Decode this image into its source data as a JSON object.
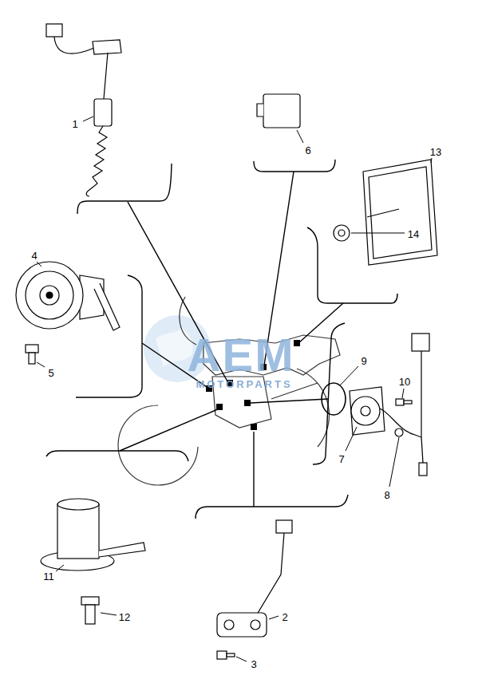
{
  "diagram": {
    "labels": [
      "1",
      "2",
      "3",
      "4",
      "5",
      "6",
      "7",
      "8",
      "9",
      "10",
      "11",
      "12",
      "13",
      "14",
      "AEM",
      "MOTORPARTS"
    ]
  }
}
